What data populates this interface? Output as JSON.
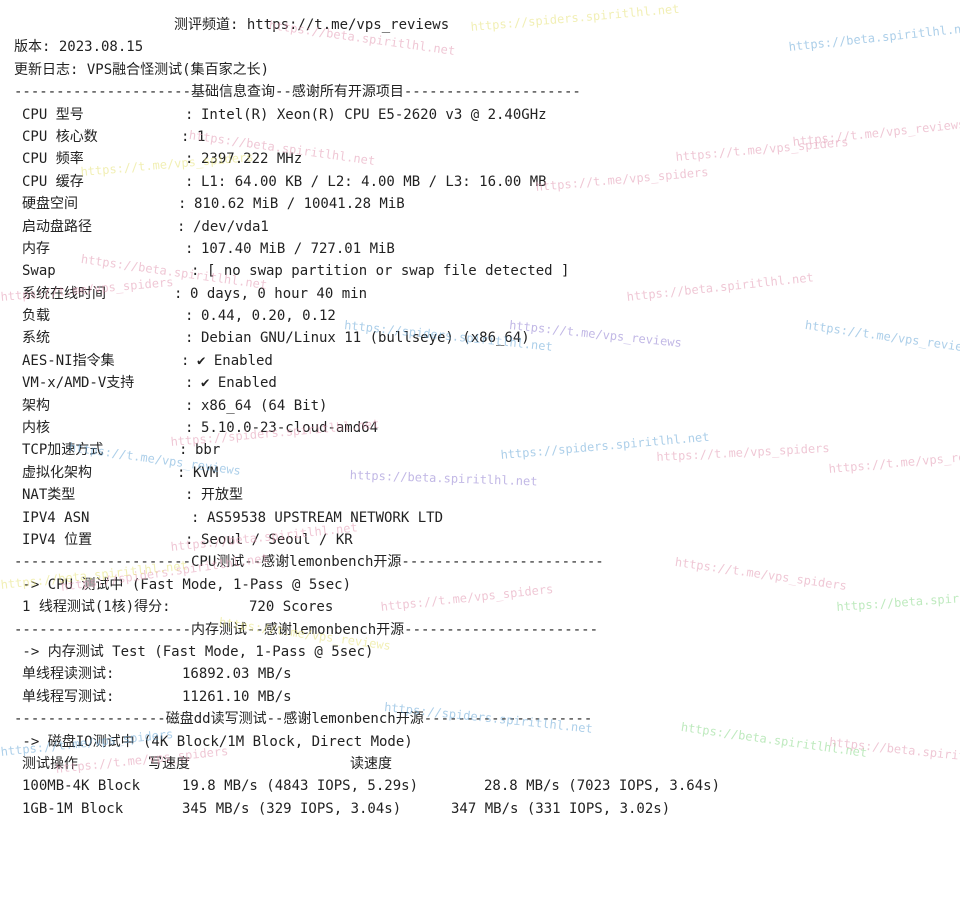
{
  "header": {
    "channel": "测评频道: https://t.me/vps_reviews",
    "version": "版本: 2023.08.15",
    "changelog": "更新日志: VPS融合怪测试(集百家之长)"
  },
  "sections": {
    "basic": "---------------------基础信息查询--感谢所有开源项目---------------------",
    "cpu": "---------------------CPU测试--感谢lemonbench开源------------------------",
    "memory": "---------------------内存测试--感谢lemonbench开源-----------------------",
    "disk": "------------------磁盘dd读写测试--感谢lemonbench开源--------------------"
  },
  "basic_info": [
    {
      "key": "CPU 型号",
      "value": "Intel(R) Xeon(R) CPU E5-2620 v3 @ 2.40GHz"
    },
    {
      "key": "CPU 核心数",
      "value": "1"
    },
    {
      "key": "CPU 频率",
      "value": "2397.222 MHz"
    },
    {
      "key": "CPU 缓存",
      "value": "L1: 64.00 KB / L2: 4.00 MB / L3: 16.00 MB"
    },
    {
      "key": "硬盘空间",
      "value": "810.62 MiB / 10041.28 MiB"
    },
    {
      "key": "启动盘路径",
      "value": "/dev/vda1"
    },
    {
      "key": "内存",
      "value": "107.40 MiB / 727.01 MiB"
    },
    {
      "key": "Swap",
      "value": "[ no swap partition or swap file detected ]"
    },
    {
      "key": "系统在线时间",
      "value": "0 days, 0 hour 40 min"
    },
    {
      "key": "负载",
      "value": "0.44, 0.20, 0.12"
    },
    {
      "key": "系统",
      "value": "Debian GNU/Linux 11 (bullseye) (x86_64)"
    },
    {
      "key": "AES-NI指令集",
      "value": "✔ Enabled"
    },
    {
      "key": "VM-x/AMD-V支持",
      "value": "✔ Enabled"
    },
    {
      "key": "架构",
      "value": "x86_64 (64 Bit)"
    },
    {
      "key": "内核",
      "value": "5.10.0-23-cloud-amd64"
    },
    {
      "key": "TCP加速方式",
      "value": "bbr"
    },
    {
      "key": "虚拟化架构",
      "value": "KVM"
    },
    {
      "key": "NAT类型",
      "value": "开放型"
    },
    {
      "key": "IPV4 ASN",
      "value": "AS59538 UPSTREAM NETWORK LTD"
    },
    {
      "key": "IPV4 位置",
      "value": "Seoul / Seoul / KR"
    }
  ],
  "cpu_test": {
    "mode": " -> CPU 测试中 (Fast Mode, 1-Pass @ 5sec)",
    "label": "1 线程测试(1核)得分:",
    "score": "720 Scores"
  },
  "memory_test": {
    "mode": " -> 内存测试 Test (Fast Mode, 1-Pass @ 5sec)",
    "read_label": "单线程读测试:",
    "read_value": "16892.03 MB/s",
    "write_label": "单线程写测试:",
    "write_value": "11261.10 MB/s"
  },
  "disk_test": {
    "mode": " -> 磁盘IO测试中 (4K Block/1M Block, Direct Mode)",
    "headers": [
      "测试操作",
      "写速度",
      "读速度"
    ],
    "rows": [
      {
        "op": "100MB-4K Block",
        "write": "19.8 MB/s (4843 IOPS, 5.29s)",
        "read": "28.8 MB/s (7023 IOPS, 3.64s)"
      },
      {
        "op": "1GB-1M Block",
        "write": "345 MB/s (329 IOPS, 3.04s)",
        "read": "347 MB/s (331 IOPS, 3.02s)"
      }
    ]
  },
  "watermarks": {
    "reviews": "https://t.me/vps_reviews",
    "spiders": "https://t.me/vps_spiders",
    "beta": "https://beta.spiritlhl.net",
    "spiders_site": "https://spiders.spiritlhl.net"
  },
  "colors": {
    "text": "#222222",
    "wm_blue": "#6aa8d8",
    "wm_pink": "#e39ab3",
    "wm_yellow": "#e7e37a",
    "wm_green": "#8ad98a",
    "wm_purple": "#8f7ed1"
  }
}
